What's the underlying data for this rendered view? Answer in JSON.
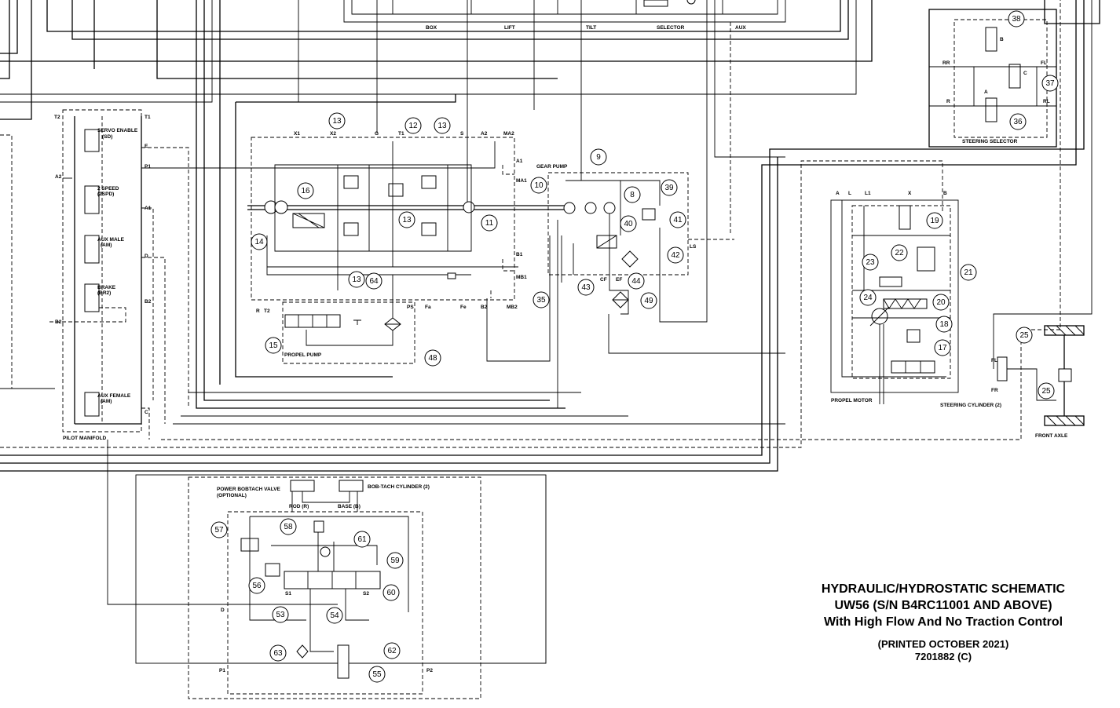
{
  "title": {
    "line1": "HYDRAULIC/HYDROSTATIC SCHEMATIC",
    "line2": "UW56 (S/N B4RC11001 AND ABOVE)",
    "line3": "With High Flow And No Traction Control",
    "printed": "(PRINTED OCTOBER 2021)",
    "doc_number": "7201882 (C)"
  },
  "top_valve_sections": [
    "BOX",
    "LIFT",
    "TILT",
    "SELECTOR",
    "AUX"
  ],
  "pilot_manifold": {
    "label": "PILOT MANIFOLD",
    "valves": [
      "SERVO ENABLE",
      "(SD)",
      "2 SPEED",
      "(2SPD)",
      "AUX MALE",
      "(AM)",
      "BRAKE",
      "(BR2)",
      "AUX FEMALE",
      "(AM)"
    ],
    "ports": [
      "T2",
      "T1",
      "E",
      "A2",
      "P1",
      "A1",
      "D",
      "B2",
      "B2",
      "C"
    ]
  },
  "propel_pump": {
    "label": "PROPEL PUMP",
    "ports": [
      "X1",
      "X2",
      "G",
      "T1",
      "S",
      "A2",
      "MA2",
      "A1",
      "MA1",
      "B1",
      "MB1",
      "R",
      "T2",
      "PS",
      "Fa",
      "Fe",
      "B2",
      "MB2"
    ]
  },
  "gear_pump": {
    "label": "GEAR PUMP",
    "ports": [
      "CF",
      "EF",
      "LS"
    ]
  },
  "propel_motor": {
    "label": "PROPEL MOTOR",
    "ports": [
      "A",
      "L",
      "L1",
      "X",
      "B"
    ]
  },
  "steering_cylinder": {
    "label": "STEERING CYLINDER (2)",
    "ports": [
      "FL",
      "FR"
    ]
  },
  "steering_selector": {
    "label": "STEERING SELECTOR",
    "ports": [
      "RR",
      "FL",
      "R",
      "RL",
      "B",
      "C",
      "A"
    ]
  },
  "front_axle": {
    "label": "FRONT AXLE"
  },
  "bobtach": {
    "valve_label": "POWER BOBTACH VALVE",
    "valve_sub": "(OPTIONAL)",
    "cylinder_label": "BOB-TACH CYLINDER (2)",
    "rod": "ROD (R)",
    "base": "BASE (B)",
    "ports": [
      "D",
      "P1",
      "P2",
      "S1",
      "S2"
    ]
  },
  "callouts": [
    "13",
    "12",
    "13",
    "9",
    "10",
    "8",
    "39",
    "16",
    "11",
    "41",
    "40",
    "14",
    "13",
    "42",
    "22",
    "19",
    "13",
    "64",
    "43",
    "44",
    "23",
    "21",
    "35",
    "49",
    "24",
    "20",
    "15",
    "48",
    "18",
    "17",
    "25",
    "25",
    "38",
    "37",
    "36",
    "58",
    "57",
    "61",
    "59",
    "56",
    "60",
    "53",
    "54",
    "62",
    "63",
    "55"
  ]
}
